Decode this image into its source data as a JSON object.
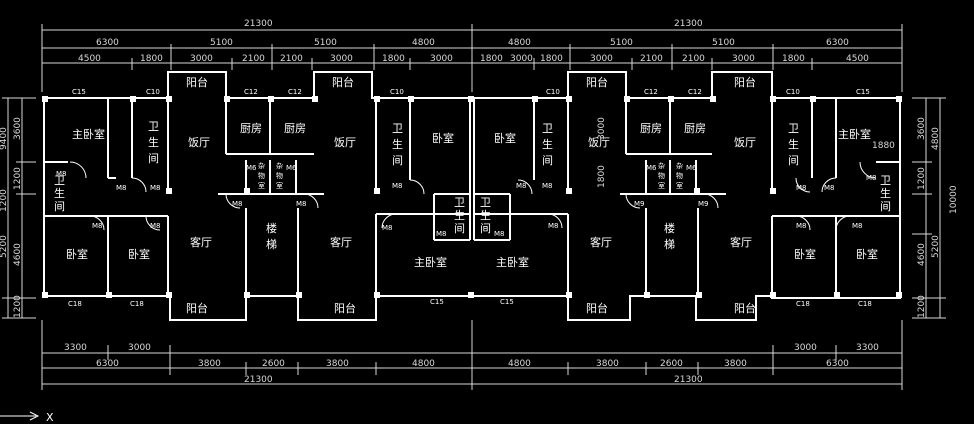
{
  "dims_top_overall": [
    "21300",
    "21300"
  ],
  "dims_top_row2": [
    "6300",
    "5100",
    "5100",
    "4800",
    "4800",
    "5100",
    "5100",
    "6300"
  ],
  "dims_top_row3": [
    "4500",
    "1800",
    "3000",
    "2100",
    "2100",
    "3000",
    "1800",
    "3000",
    "1800",
    "3000",
    "1800",
    "3000",
    "2100",
    "2100",
    "3000",
    "1800",
    "4500"
  ],
  "dims_bottom_row1": [
    "3300",
    "3000",
    "3000",
    "3300"
  ],
  "dims_bottom_row2": [
    "6300",
    "3800",
    "2600",
    "3800",
    "4800",
    "4800",
    "3800",
    "2600",
    "3800",
    "6300"
  ],
  "dims_bottom_overall": [
    "21300",
    "21300"
  ],
  "dims_left_outer": [
    "9400",
    "1200",
    "5200"
  ],
  "dims_left_inner": [
    "3600",
    "1200",
    "4600",
    "1200"
  ],
  "dims_right_inner": [
    "3600",
    "1200",
    "4600",
    "1200"
  ],
  "dims_right_outer": [
    "4800",
    "10000",
    "5200"
  ],
  "dims_inner_notes": [
    "3000",
    "1800",
    "1880"
  ],
  "rooms": {
    "master_bedroom": "主卧室",
    "bathroom_1": "卫",
    "bathroom_2": "生",
    "bathroom_3": "间",
    "dining": "饭厅",
    "kitchen": "厨房",
    "living": "客厅",
    "bedroom": "卧室",
    "stair_1": "楼",
    "stair_2": "梯",
    "balcony": "阳台",
    "storage_1": "杂",
    "storage_2": "物",
    "storage_3": "室"
  },
  "labels": {
    "window_c15": "C15",
    "window_c10": "C10",
    "window_c12": "C12",
    "window_c18": "C18",
    "door_m8": "M8",
    "door_m6": "M6",
    "door_m9": "M9",
    "axis_x": "X"
  },
  "colors": {
    "background": "#000000",
    "lines": "#ffffff",
    "dimension": "#d8d8d8"
  }
}
